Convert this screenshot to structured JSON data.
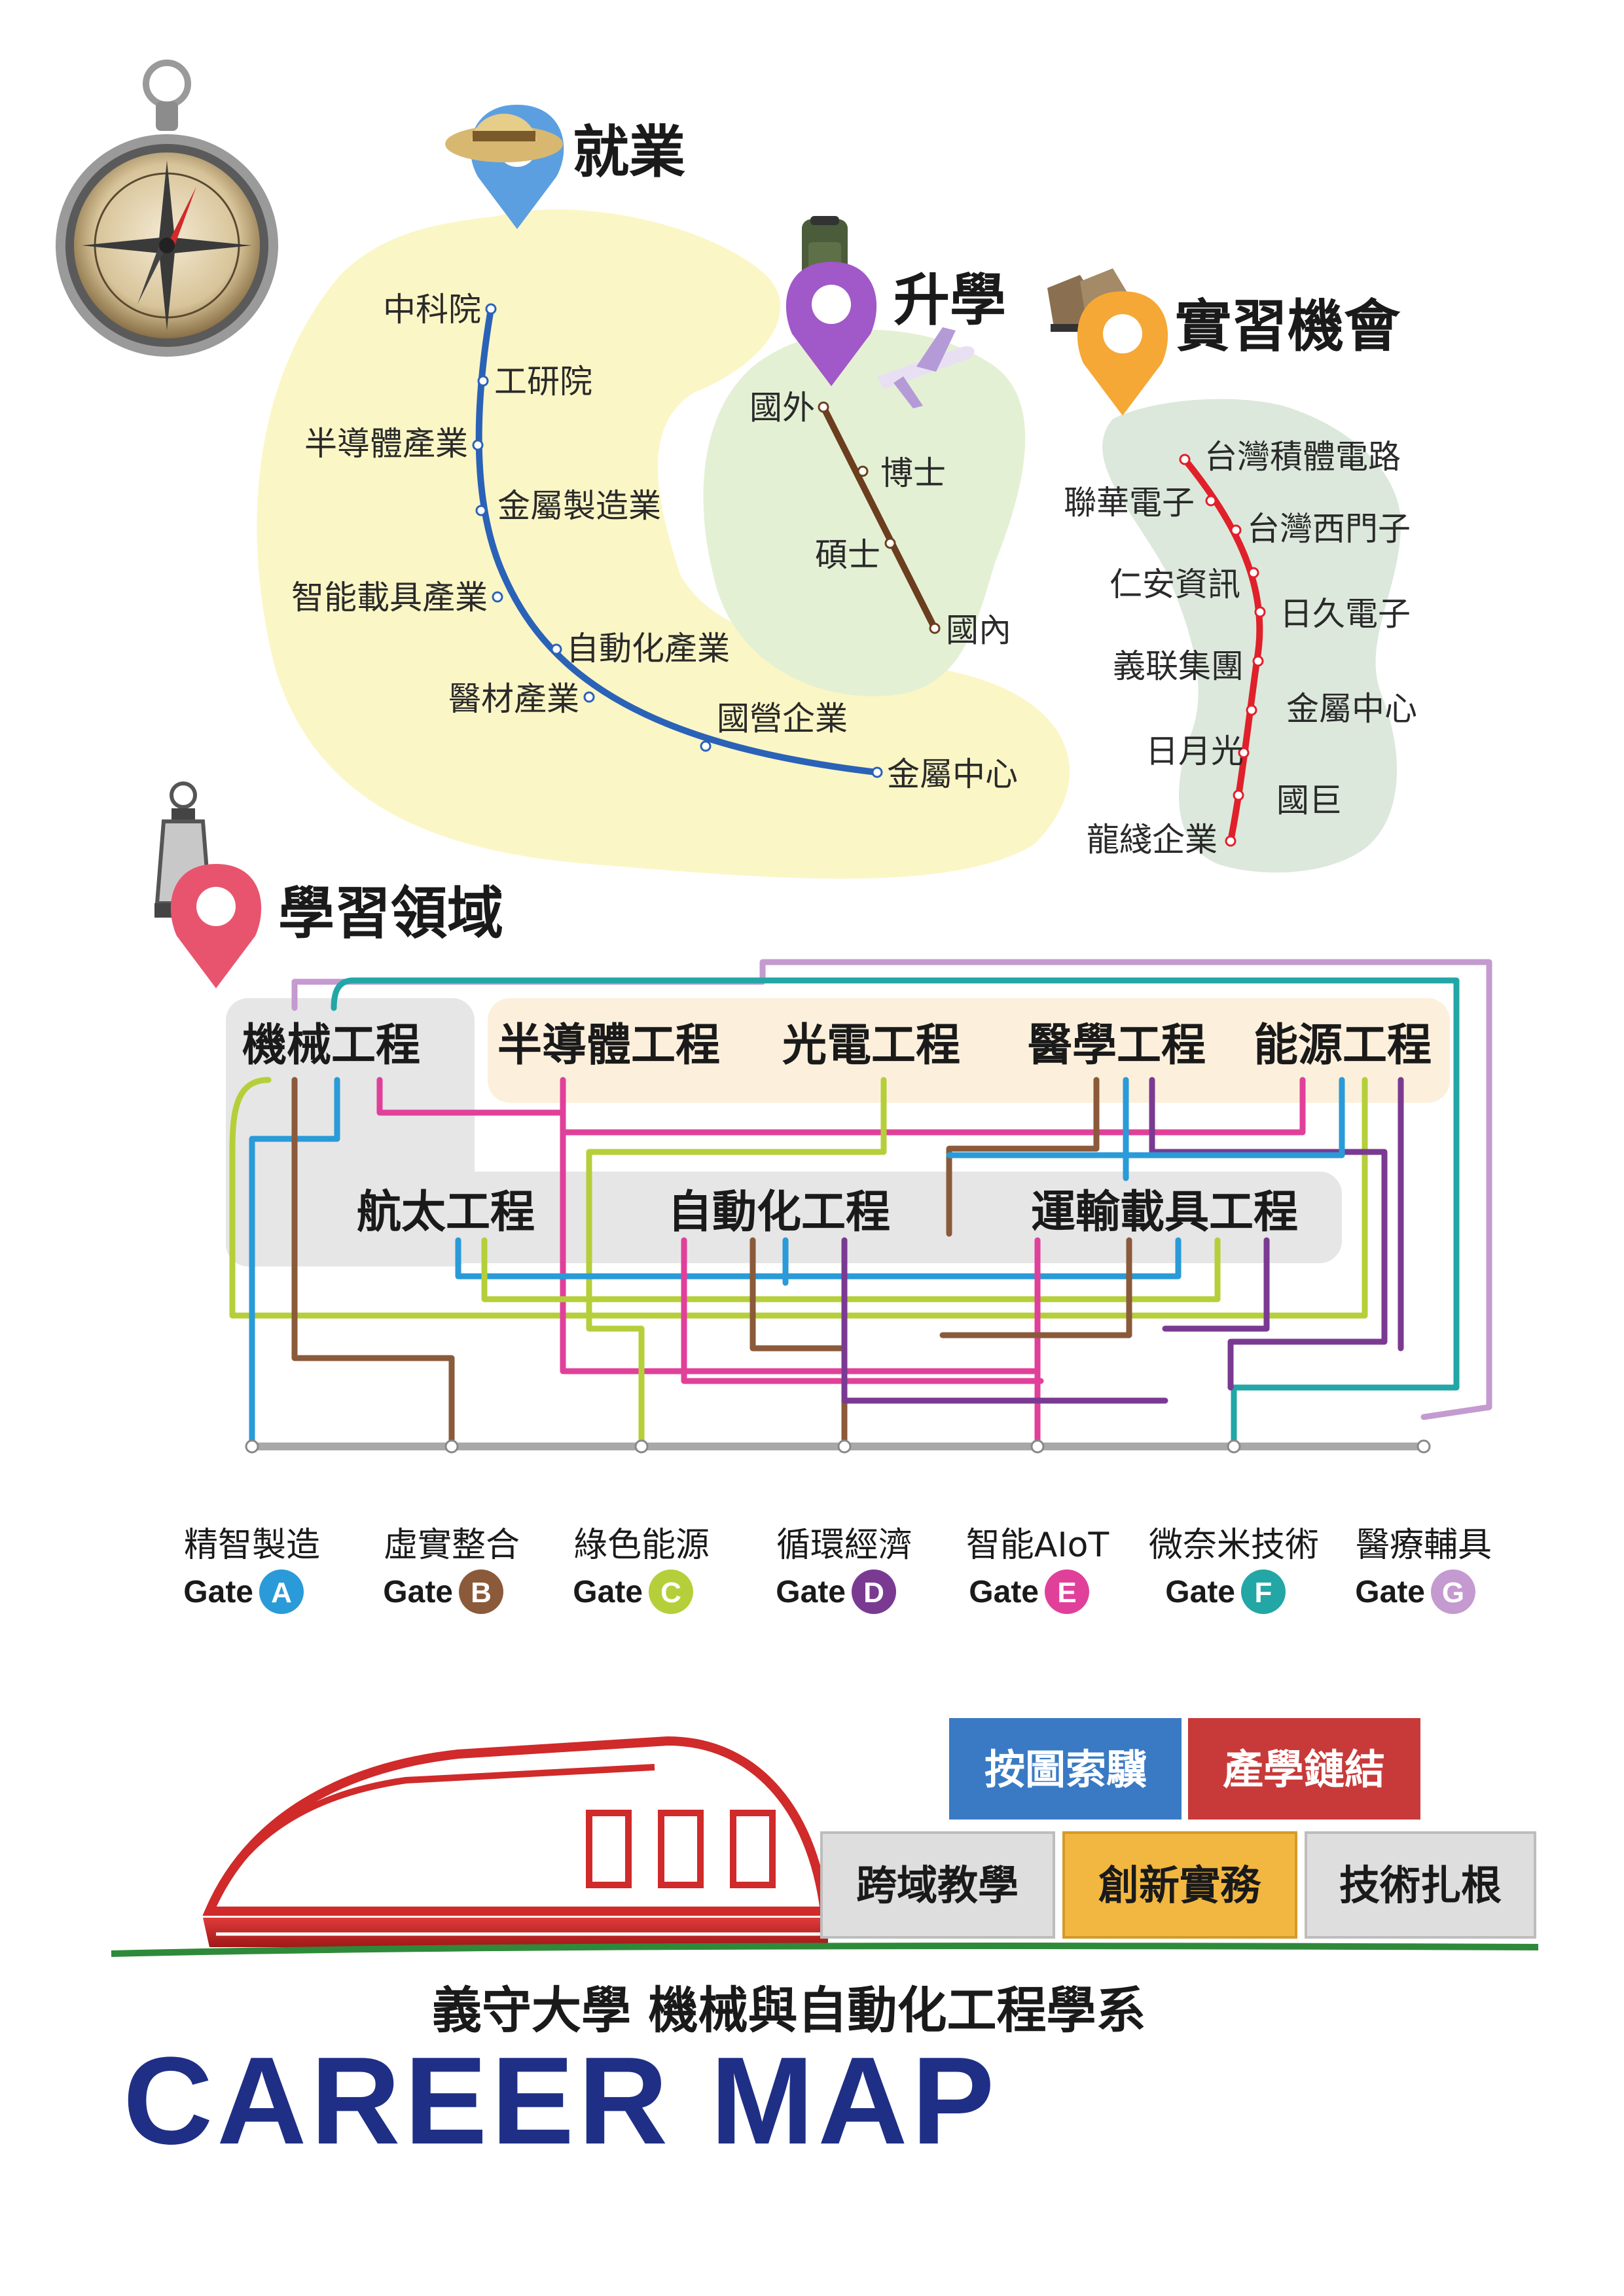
{
  "sections": {
    "employment": "就業",
    "further_study": "升學",
    "internship": "實習機會",
    "learning_fields": "學習領域"
  },
  "employment_stops": [
    "中科院",
    "工研院",
    "半導體產業",
    "金屬製造業",
    "智能載具產業",
    "自動化產業",
    "醫材產業",
    "國營企業",
    "金屬中心"
  ],
  "study_stops": [
    "國外",
    "博士",
    "碩士",
    "國內"
  ],
  "internship_stops": [
    "台灣積體電路",
    "聯華電子",
    "台灣西門子",
    "仁安資訊",
    "日久電子",
    "義联集團",
    "金屬中心",
    "日月光",
    "國巨",
    "龍綫企業"
  ],
  "fields": [
    "機械工程",
    "半導體工程",
    "光電工程",
    "醫學工程",
    "能源工程",
    "航太工程",
    "自動化工程",
    "運輸載具工程"
  ],
  "gates": [
    {
      "name": "精智製造",
      "word": "Gate",
      "letter": "A",
      "color": "#2a9ad8"
    },
    {
      "name": "虛實整合",
      "word": "Gate",
      "letter": "B",
      "color": "#8a5a3a"
    },
    {
      "name": "綠色能源",
      "word": "Gate",
      "letter": "C",
      "color": "#b5cf3a"
    },
    {
      "name": "循環經濟",
      "word": "Gate",
      "letter": "D",
      "color": "#7a3a92"
    },
    {
      "name": "智能AIoT",
      "word": "Gate",
      "letter": "E",
      "color": "#e0409a"
    },
    {
      "name": "微奈米技術",
      "word": "Gate",
      "letter": "F",
      "color": "#23a6a6"
    },
    {
      "name": "醫療輔具",
      "word": "Gate",
      "letter": "G",
      "color": "#c49ad0"
    }
  ],
  "containers": [
    "按圖索驥",
    "產學鏈結",
    "跨域教學",
    "創新實務",
    "技術扎根"
  ],
  "department": "義守大學  機械與自動化工程學系",
  "career_map": "CAREER  MAP",
  "colors": {
    "employment_line": "#2a62b8",
    "study_line": "#6b3e1e",
    "intern_line": "#e0202a",
    "employment_bg": "#fbf6c5",
    "study_bg": "#e4f0d4",
    "intern_bg": "#dce8dc",
    "career_blue": "#1f2f86"
  }
}
